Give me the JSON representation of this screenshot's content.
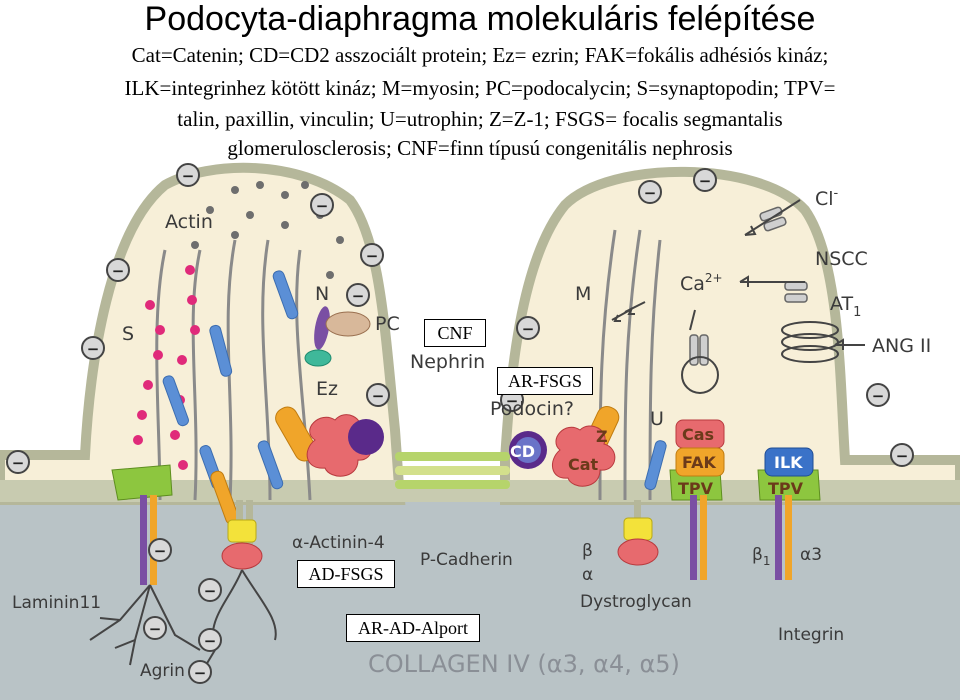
{
  "title": "Podocyta-diaphragma molekuláris felépítése",
  "legend_lines": [
    "Cat=Catenin; CD=CD2 asszociált protein; Ez= ezrin; FAK=fokális adhésiós kináz;",
    "ILK=integrinhez kötött kináz; M=myosin; PC=podocalycin; S=synaptopodin; TPV=",
    "talin, paxillin, vinculin; U=utrophin; Z=Z-1; FSGS= focalis segmantalis",
    "glomerulosclerosis; CNF=finn típusú congenitális nephrosis"
  ],
  "labels": {
    "actin": "Actin",
    "s": "S",
    "n": "N",
    "pc": "PC",
    "nephrin": "Nephrin",
    "ez": "Ez",
    "podocin": "Podocin?",
    "cd": "CD",
    "z": "Z",
    "u": "U",
    "cat": "Cat",
    "cas": "Cas",
    "fak": "FAK",
    "ilk": "ILK",
    "tpv1": "TPV",
    "tpv2": "TPV",
    "m": "M",
    "ca": "Ca",
    "ca_sup": "2+",
    "cl": "Cl",
    "cl_sup": "-",
    "nscc": "NSCC",
    "at1": "AT",
    "at1_sub": "1",
    "ang": "ANG II",
    "alpha_actinin": "α-Actinin-4",
    "p_cadherin": "P-Cadherin",
    "beta": "β",
    "alpha": "α",
    "dystroglycan": "Dystroglycan",
    "beta1": "β",
    "beta1_sub": "1",
    "alpha3": "α3",
    "integrin": "Integrin",
    "laminin": "Laminin11",
    "agrin": "Agrin",
    "collagen": "COLLAGEN IV (α3, α4, α5)",
    "minus": "−"
  },
  "boxes": {
    "cnf": "CNF",
    "ar_fsgs": "AR-FSGS",
    "ad_fsgs": "AD-FSGS",
    "ar_ad_alport": "AR-AD-Alport"
  },
  "colors": {
    "cell_fill": "#f7efd8",
    "membrane": "#b5b79a",
    "gbm": "#b9c3c6",
    "fiber": "#8a8a8a",
    "blue": "#5b8fd6",
    "orange": "#f0a52a",
    "pink": "#e76a6e",
    "purple": "#7a4fa3",
    "green": "#8dc63f",
    "magenta": "#e02a7a"
  }
}
